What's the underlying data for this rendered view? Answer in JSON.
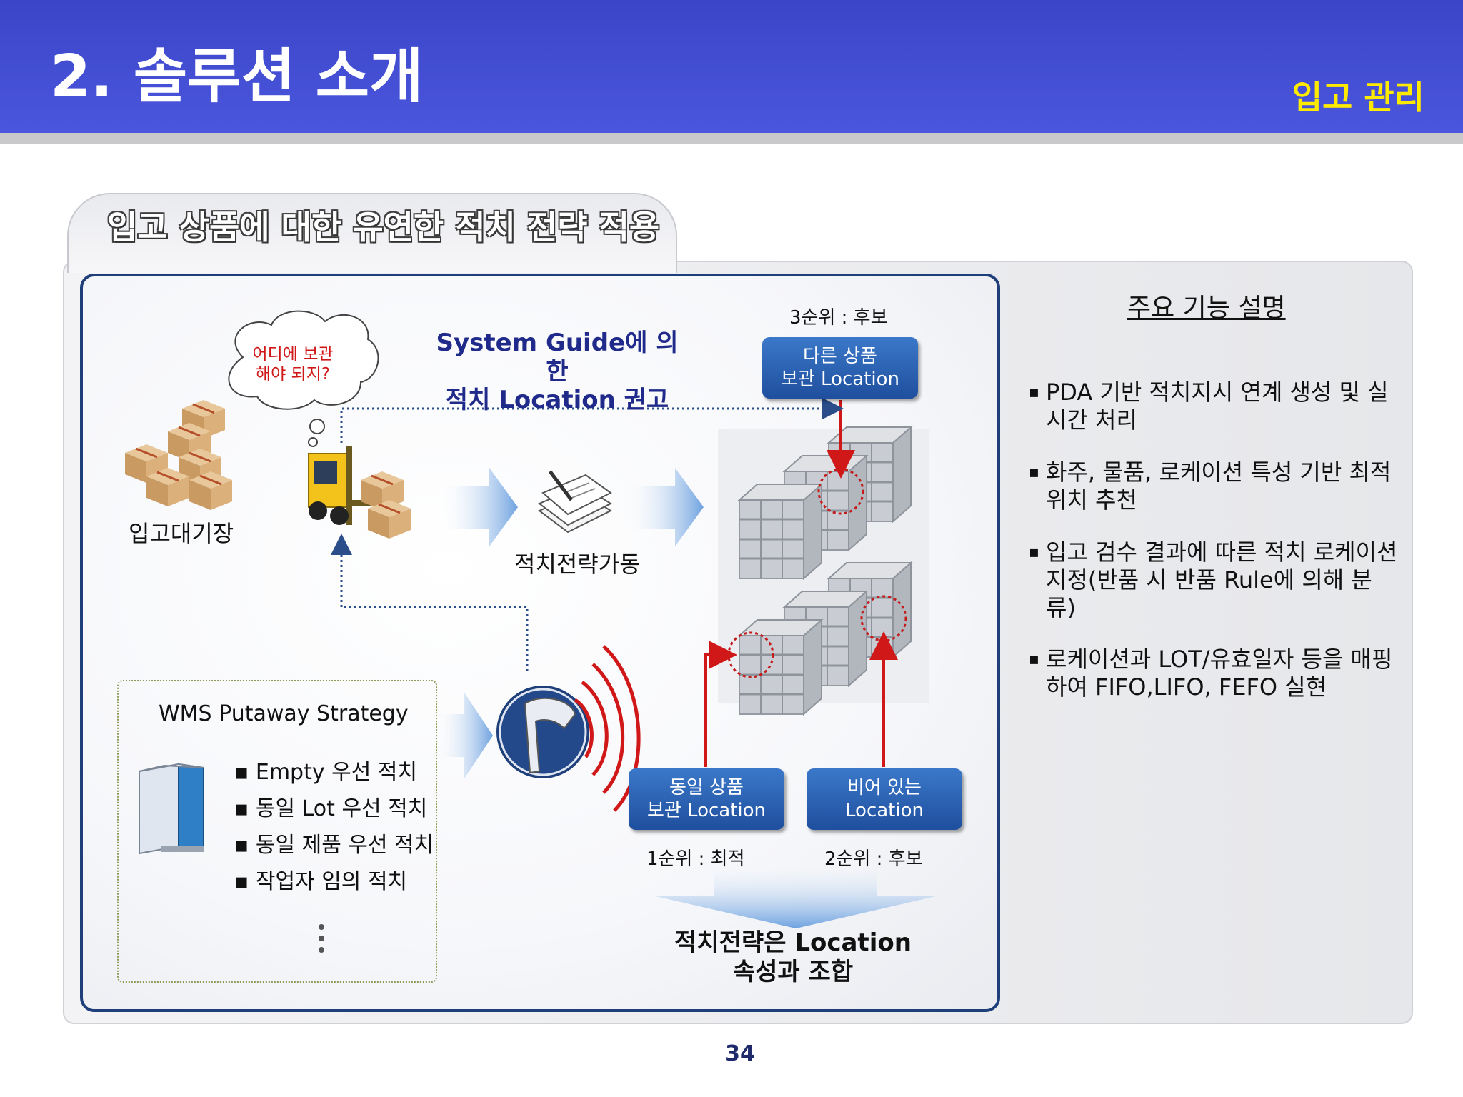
{
  "header": {
    "title": "2. 솔루션 소개",
    "section": "입고 관리"
  },
  "tab": {
    "title": "입고 상품에 대한 유연한 적치 전략 적용"
  },
  "diagram": {
    "bubble_text": "어디에 보관\n해야 되지?",
    "waiting_area_label": "입고대기장",
    "guide_text": "System Guide에 의한\n적치 Location 권고",
    "strategy_label": "적치전략가동",
    "rank3_label": "3순위 : 후보",
    "box_other": "다른 상품\n보관 Location",
    "box_same": "동일 상품\n보관 Location",
    "box_empty": "비어 있는\nLocation",
    "rank1_label": "1순위 : 최적",
    "rank2_label": "2순위 : 후보",
    "wms_title": "WMS Putaway Strategy",
    "wms_items": [
      "Empty 우선 적치",
      "동일 Lot 우선 적치",
      "동일 제품 우선 적치",
      "작업자 임의 적치"
    ],
    "result_text": "적치전략은 Location\n속성과 조합"
  },
  "features": {
    "heading": "주요 기능 설명",
    "items": [
      "PDA 기반 적치지시 연계 생성 및 실시간 처리",
      "화주, 물품, 로케이션 특성 기반 최적 위치 추천",
      "입고 검수 결과에 따른 적치 로케이션 지정(반품 시 반품 Rule에 의해 분류)",
      "로케이션과 LOT/유효일자 등을 매핑하여 FIFO,LIFO, FEFO 실현"
    ]
  },
  "page_number": "34",
  "colors": {
    "header_blue": "#4450d4",
    "accent_yellow": "#ffeb00",
    "frame_navy": "#1f3f7a",
    "box_blue": "#2a62b4",
    "arrow_red": "#d01818"
  }
}
